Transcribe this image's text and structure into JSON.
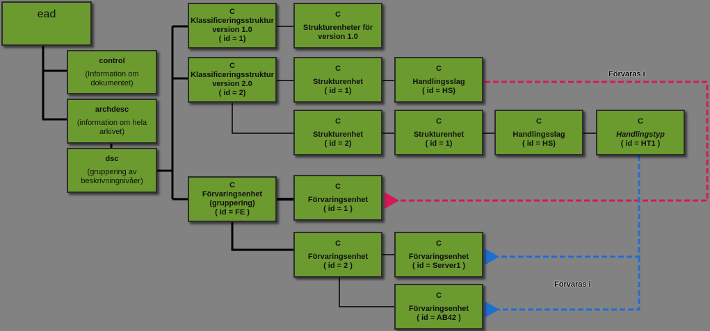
{
  "boxes": {
    "ead": {
      "lines": [
        "ead"
      ]
    },
    "control": {
      "title": "control",
      "lines": [
        "(Information om",
        "dokumentet)"
      ]
    },
    "archdesc": {
      "title": "archdesc",
      "lines": [
        "(information om hela",
        "arkivet)"
      ]
    },
    "dsc": {
      "title": "dsc",
      "lines": [
        "(gruppering av",
        "beskrivningnivåer)"
      ]
    },
    "klass1": {
      "lines": [
        "C",
        "Klassificeringsstruktur",
        "version 1.0",
        "( id = 1)"
      ]
    },
    "strukturenheter": {
      "lines": [
        "C",
        "Strukturenheter för",
        "version 1.0"
      ]
    },
    "klass2": {
      "lines": [
        "C",
        "Klassificeringsstruktur",
        "version 2.0",
        "( id = 2)"
      ]
    },
    "struktur1": {
      "lines": [
        "C",
        "Strukturenhet",
        "( id = 1)"
      ]
    },
    "handlingsslag_a": {
      "lines": [
        "C",
        "Handlingsslag",
        "( id = HS)"
      ]
    },
    "struktur2": {
      "lines": [
        "C",
        "Strukturenhet",
        "( id = 2)"
      ]
    },
    "struktur2_1": {
      "lines": [
        "C",
        "Strukturenhet",
        "( id = 1)"
      ]
    },
    "handlingsslag_b": {
      "lines": [
        "C",
        "Handlingsslag",
        "( id = HS)"
      ]
    },
    "handlingstyp": {
      "lines": [
        "C",
        "Handlingstyp",
        "( id = HT1 )"
      ]
    },
    "forv_fe": {
      "lines": [
        "C",
        "Förvaringsenhet",
        "(gruppering)",
        "( id = FE )"
      ]
    },
    "forv_1": {
      "lines": [
        "C",
        "Förvaringsenhet",
        "( id = 1 )"
      ]
    },
    "forv_2": {
      "lines": [
        "C",
        "Förvaringsenhet",
        "( id = 2 )"
      ]
    },
    "forv_server": {
      "lines": [
        "C",
        "Förvaringsenhet",
        "( id = Server1 )"
      ]
    },
    "forv_ab42": {
      "lines": [
        "C",
        "Förvaringsenhet",
        "( id = AB42 )"
      ]
    }
  },
  "labels": {
    "forvaras_top": "Förvaras i",
    "forvaras_bottom": "Förvaras i"
  },
  "colors": {
    "background": "#828282",
    "box_fill": "#6b9a2e",
    "tree_line": "#000000",
    "arrow_red": "#d6185a",
    "arrow_blue": "#1f6fd1"
  }
}
